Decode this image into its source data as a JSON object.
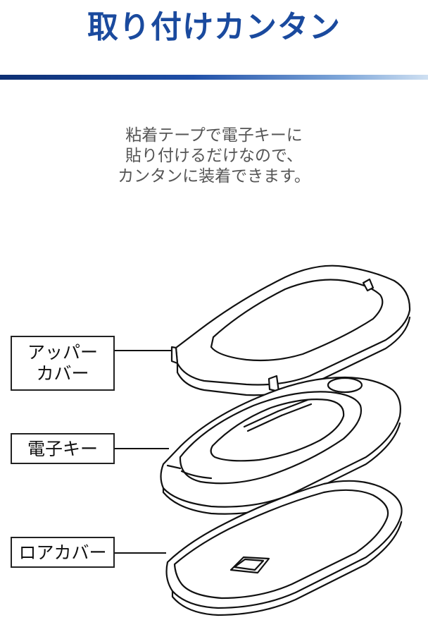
{
  "title": "取り付けカンタン",
  "description": [
    "粘着テープで電子キーに",
    "貼り付けるだけなので、",
    "カンタンに装着できます。"
  ],
  "labels": {
    "upper_cover": [
      "アッパー",
      "カバー"
    ],
    "electronic_key": "電子キー",
    "lower_cover": "ロアカバー"
  },
  "colors": {
    "title": "#1a4a9e",
    "rule_start": "#0d2f73",
    "rule_end": "#cfe0f2"
  }
}
